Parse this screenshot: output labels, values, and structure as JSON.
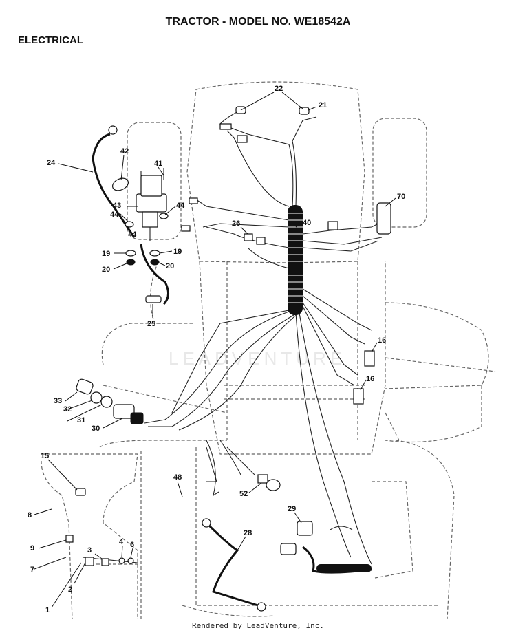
{
  "header": {
    "title": "TRACTOR - MODEL NO. WE18542A",
    "section": "ELECTRICAL"
  },
  "watermark": "LEADVENTURE",
  "footer": "Rendered by LeadVenture, Inc.",
  "callouts": {
    "c22": "22",
    "c21": "21",
    "c24": "24",
    "c42": "42",
    "c41": "41",
    "c43": "43",
    "c44a": "44",
    "c44b": "44",
    "c44c": "44",
    "c19a": "19",
    "c19b": "19",
    "c20a": "20",
    "c20b": "20",
    "c25": "25",
    "c26": "26",
    "c40": "40",
    "c70": "70",
    "c16a": "16",
    "c16b": "16",
    "c33": "33",
    "c32": "32",
    "c31": "31",
    "c30": "30",
    "c15": "15",
    "c8": "8",
    "c48": "48",
    "c52": "52",
    "c29": "29",
    "c28": "28",
    "c9": "9",
    "c7": "7",
    "c3": "3",
    "c4": "4",
    "c6": "6",
    "c2": "2",
    "c1": "1"
  }
}
